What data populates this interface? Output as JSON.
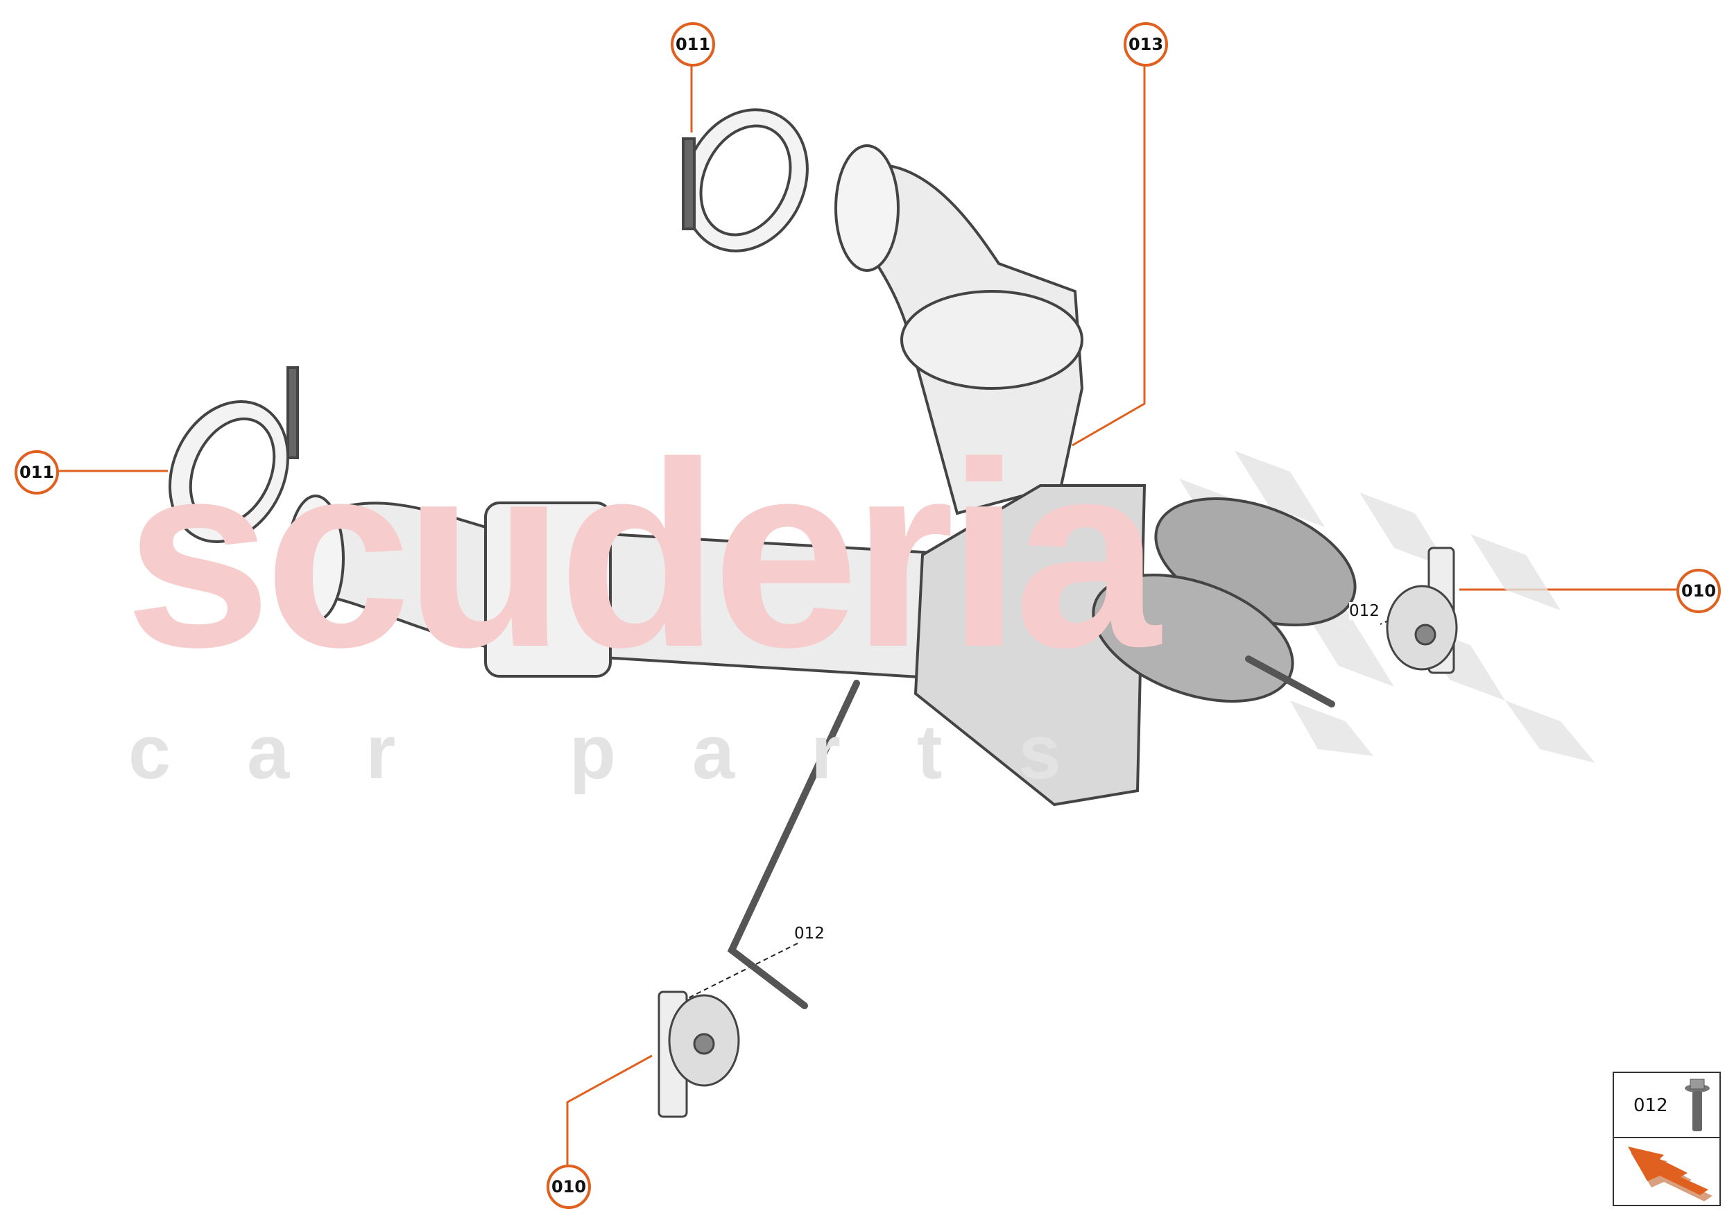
{
  "watermark": {
    "brand": "scuderia",
    "sub": "car parts"
  },
  "callouts": [
    {
      "id": "callout-011-top",
      "label": "011"
    },
    {
      "id": "callout-013",
      "label": "013"
    },
    {
      "id": "callout-011-left",
      "label": "011"
    },
    {
      "id": "callout-010-right",
      "label": "010"
    },
    {
      "id": "callout-010-bottom",
      "label": "010"
    }
  ],
  "references": [
    {
      "label": "012"
    },
    {
      "label": "012"
    }
  ],
  "legend": {
    "part_number": "012",
    "part_icon": "bolt-icon",
    "direction_icon": "front-direction-arrow-icon"
  },
  "colors": {
    "accent": "#e0601f",
    "watermark": "#f4b8b8"
  }
}
